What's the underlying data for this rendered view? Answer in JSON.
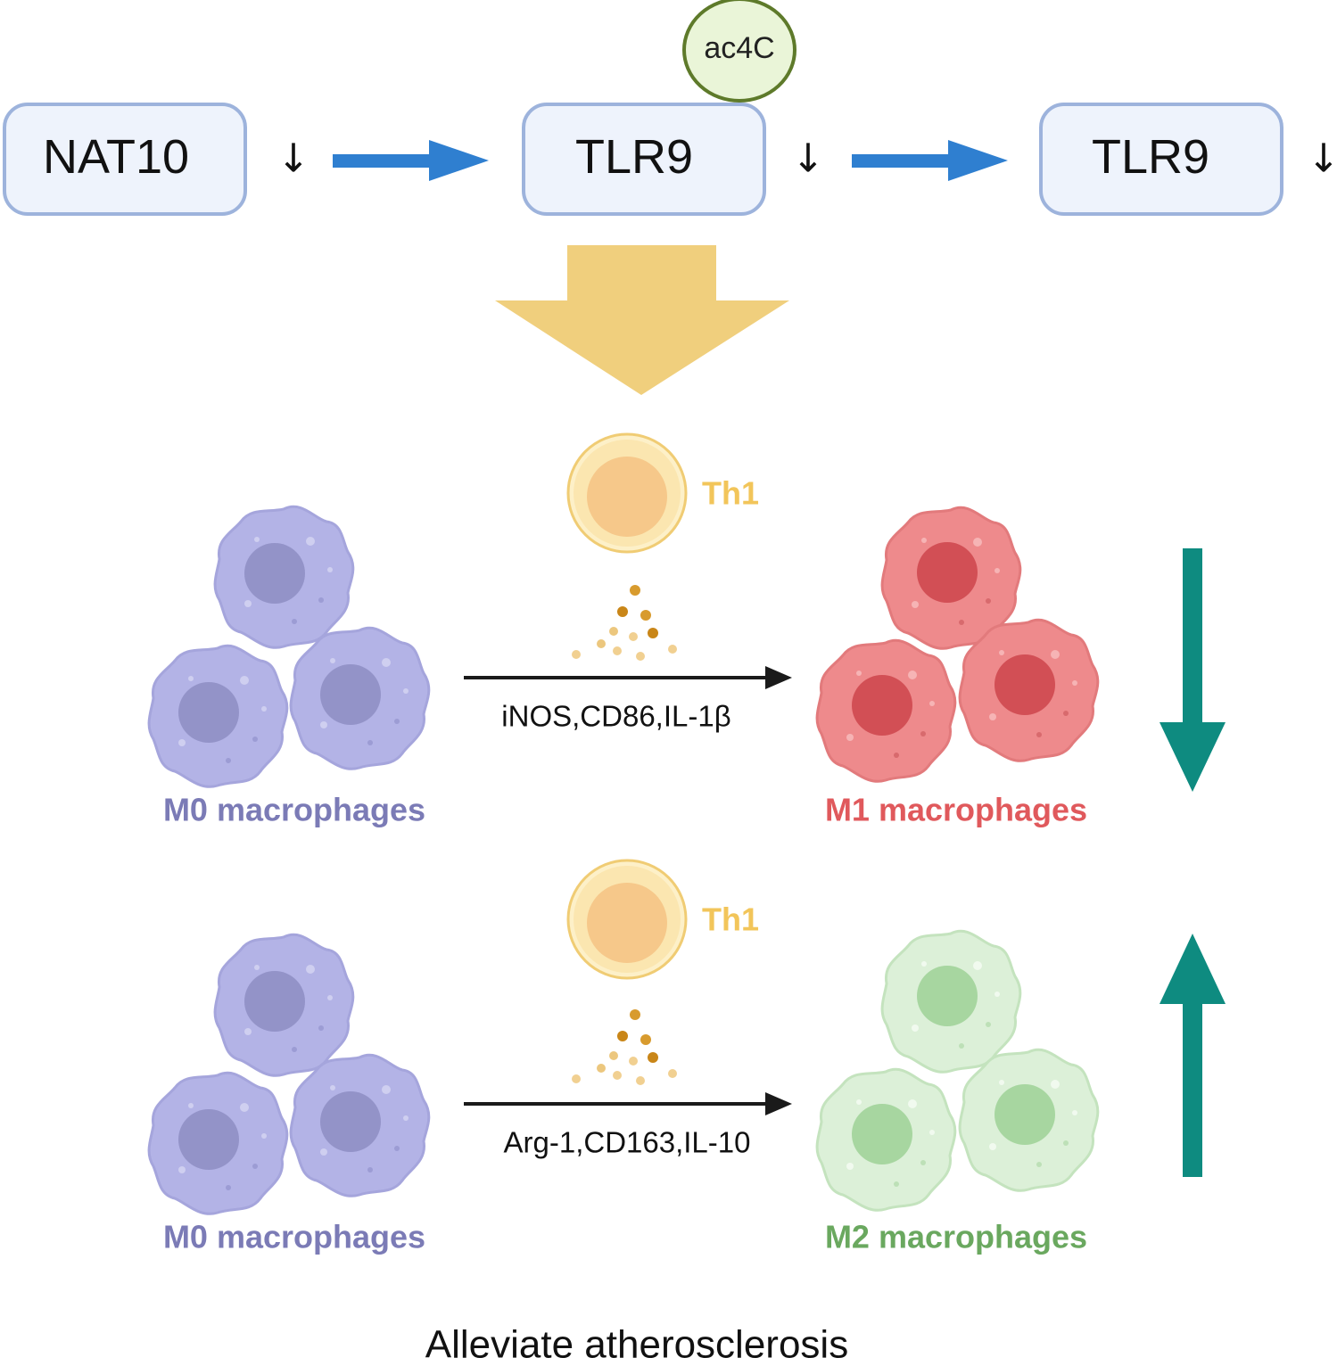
{
  "pathway": {
    "nodes": [
      {
        "label": "NAT10",
        "change": "↓"
      },
      {
        "label": "TLR9",
        "change": "↓"
      },
      {
        "label": "TLR9",
        "change": "↓"
      }
    ],
    "modification_label": "ac4C"
  },
  "polarization": [
    {
      "th_label": "Th1",
      "source_label": "M0 macrophages",
      "target_label": "M1 macrophages",
      "markers": "iNOS,CD86,IL-1β",
      "trend": "decrease",
      "target_color": "#e0595c"
    },
    {
      "th_label": "Th1",
      "source_label": "M0 macrophages",
      "target_label": "M2 macrophages",
      "markers": "Arg-1,CD163,IL-10",
      "trend": "increase",
      "target_color": "#6aa85f"
    }
  ],
  "conclusion": "Alleviate atherosclerosis",
  "colors": {
    "node_fill": "#eef3fc",
    "node_border": "#9db3dc",
    "pathway_arrow": "#2f7fd0",
    "big_arrow": "#f0cf7d",
    "m0": "#b3b3e6",
    "m0_label": "#7b7bb6",
    "m1": "#ee8a8c",
    "m2": "#d6eed2",
    "th1": "#f2c55a",
    "trend_arrow": "#0e8b80",
    "ac4c_border": "#5e7a2a",
    "ac4c_fill": "#eaf5d8"
  },
  "icons": [
    "macrophage-cell-icon",
    "th1-cell-icon",
    "cytokine-particles-icon"
  ]
}
